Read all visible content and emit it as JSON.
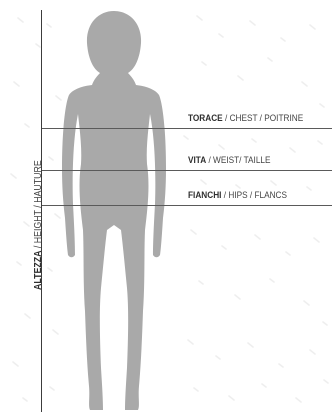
{
  "labels": {
    "height": {
      "strong": "ALTEZZA",
      "rest": " / HEIGHT / HAUTURE"
    },
    "chest": {
      "strong": "TORACE",
      "rest": " / CHEST / POITRINE"
    },
    "waist": {
      "strong": "VITA",
      "rest": " / WEIST/ TAILLE"
    },
    "hips": {
      "strong": "FIANCHI",
      "rest": " / HIPS / FLANCS"
    }
  },
  "colors": {
    "silhouette": "#a9a9a9",
    "lines": "#5a5a5a",
    "text": "#444444",
    "background": "#ffffff"
  }
}
